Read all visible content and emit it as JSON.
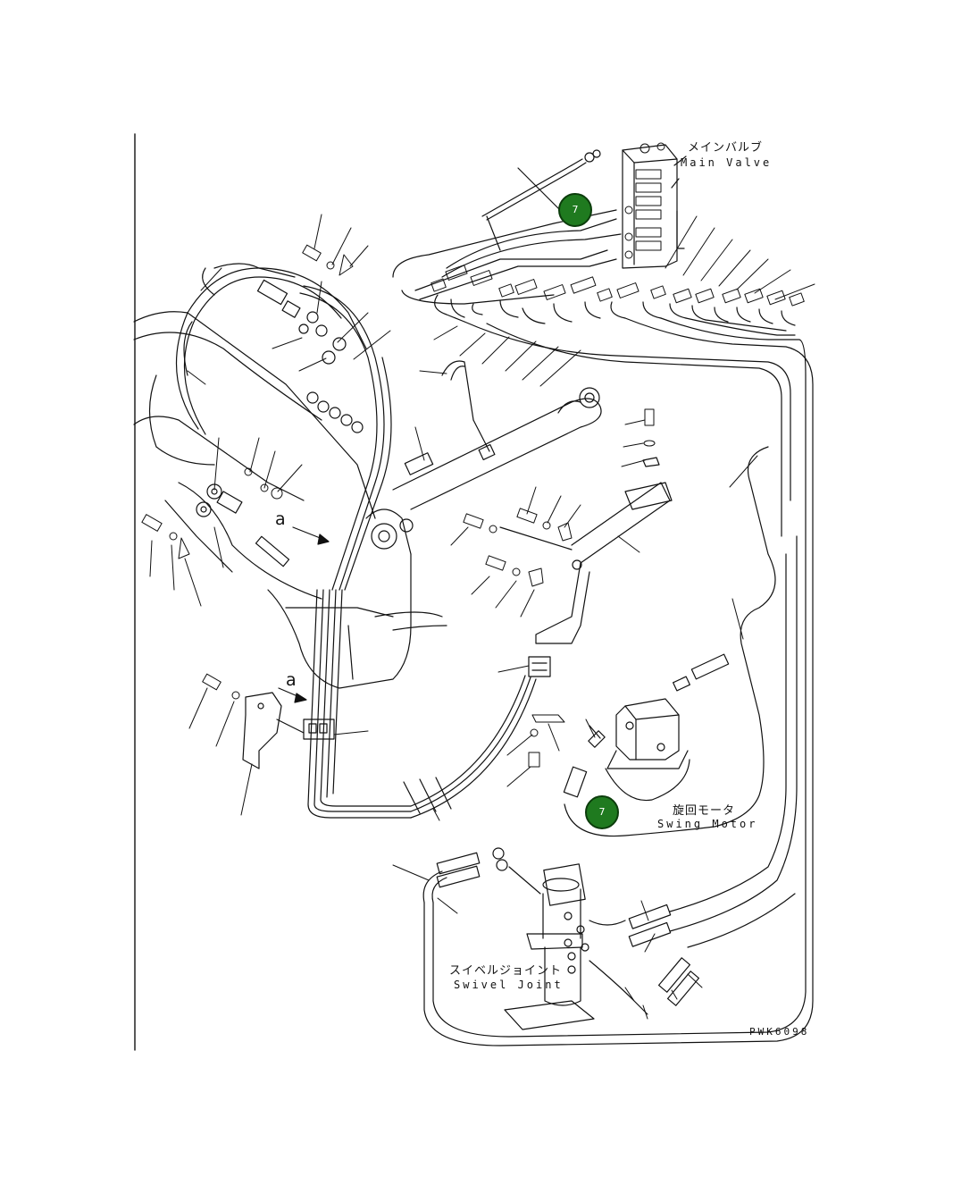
{
  "labels": {
    "main_valve_jp": "メインバルブ",
    "main_valve_en": "Main Valve",
    "swing_motor_jp": "旋回モータ",
    "swing_motor_en": "Swing Motor",
    "swivel_joint_jp": "スイベルジョイント",
    "swivel_joint_en": "Swivel Joint",
    "view_a_1": "a",
    "view_a_2": "a",
    "drawing_code": "PWK6098"
  },
  "callouts": [
    {
      "label": "7",
      "color": "#1f7a1f"
    },
    {
      "label": "7",
      "color": "#1f7a1f"
    }
  ],
  "colors": {
    "line": "#111111",
    "callout": "#1f7a1f"
  }
}
